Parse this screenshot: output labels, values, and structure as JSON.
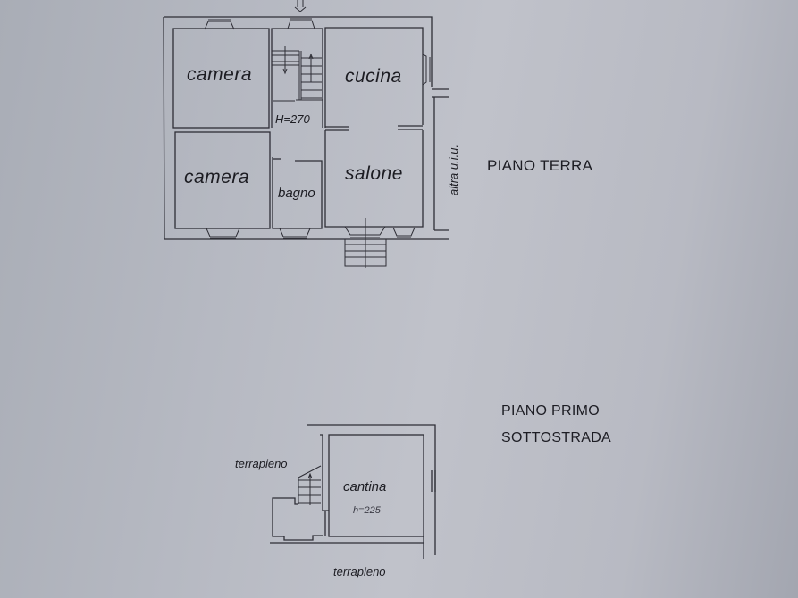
{
  "document": {
    "type": "floor-plan",
    "colors": {
      "paper": "#b8bac3",
      "ink": "#2a2a32"
    }
  },
  "ground_floor": {
    "title": "PIANO TERRA",
    "ceiling_height": "H=270",
    "adjacent_label": "altra u.i.u.",
    "rooms": [
      {
        "id": "camera-1",
        "label": "camera"
      },
      {
        "id": "cucina",
        "label": "cucina"
      },
      {
        "id": "camera-2",
        "label": "camera"
      },
      {
        "id": "bagno",
        "label": "bagno"
      },
      {
        "id": "salone",
        "label": "salone"
      }
    ],
    "entrance_marker": "arrow-down"
  },
  "basement_floor": {
    "title_line1": "PIANO PRIMO",
    "title_line2": "SOTTOSTRADA",
    "ceiling_height": "h=225",
    "rooms": [
      {
        "id": "cantina",
        "label": "cantina"
      }
    ],
    "surroundings": [
      {
        "id": "terrapieno-left",
        "label": "terrapieno"
      },
      {
        "id": "terrapieno-bottom",
        "label": "terrapieno"
      }
    ]
  }
}
